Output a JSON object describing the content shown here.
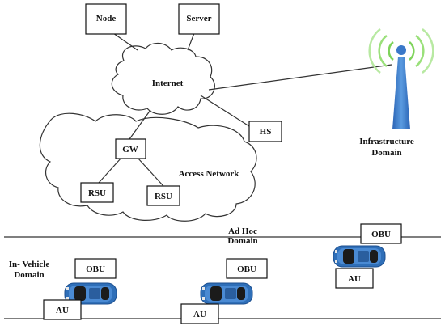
{
  "diagram": {
    "nodes": {
      "node": "Node",
      "server": "Server",
      "internet": "Internet",
      "hs": "HS",
      "gw": "GW",
      "access_network": "Access Network",
      "rsu_left": "RSU",
      "rsu_right": "RSU"
    },
    "infrastructure_domain": [
      "Infrastructure",
      "Domain"
    ],
    "ad_hoc_domain": [
      "Ad Hoc",
      "Domain"
    ],
    "in_vehicle_domain": [
      "In- Vehicle",
      "Domain"
    ],
    "vehicles": [
      {
        "obu": "OBU",
        "au": "AU"
      },
      {
        "obu": "OBU",
        "au": "AU"
      },
      {
        "obu": "OBU",
        "au": "AU"
      }
    ],
    "colors": {
      "tower": "#3a78c9",
      "signal": "#7ed35a",
      "car_body": "#2f6fb8",
      "car_window": "#1b1b1b"
    }
  }
}
